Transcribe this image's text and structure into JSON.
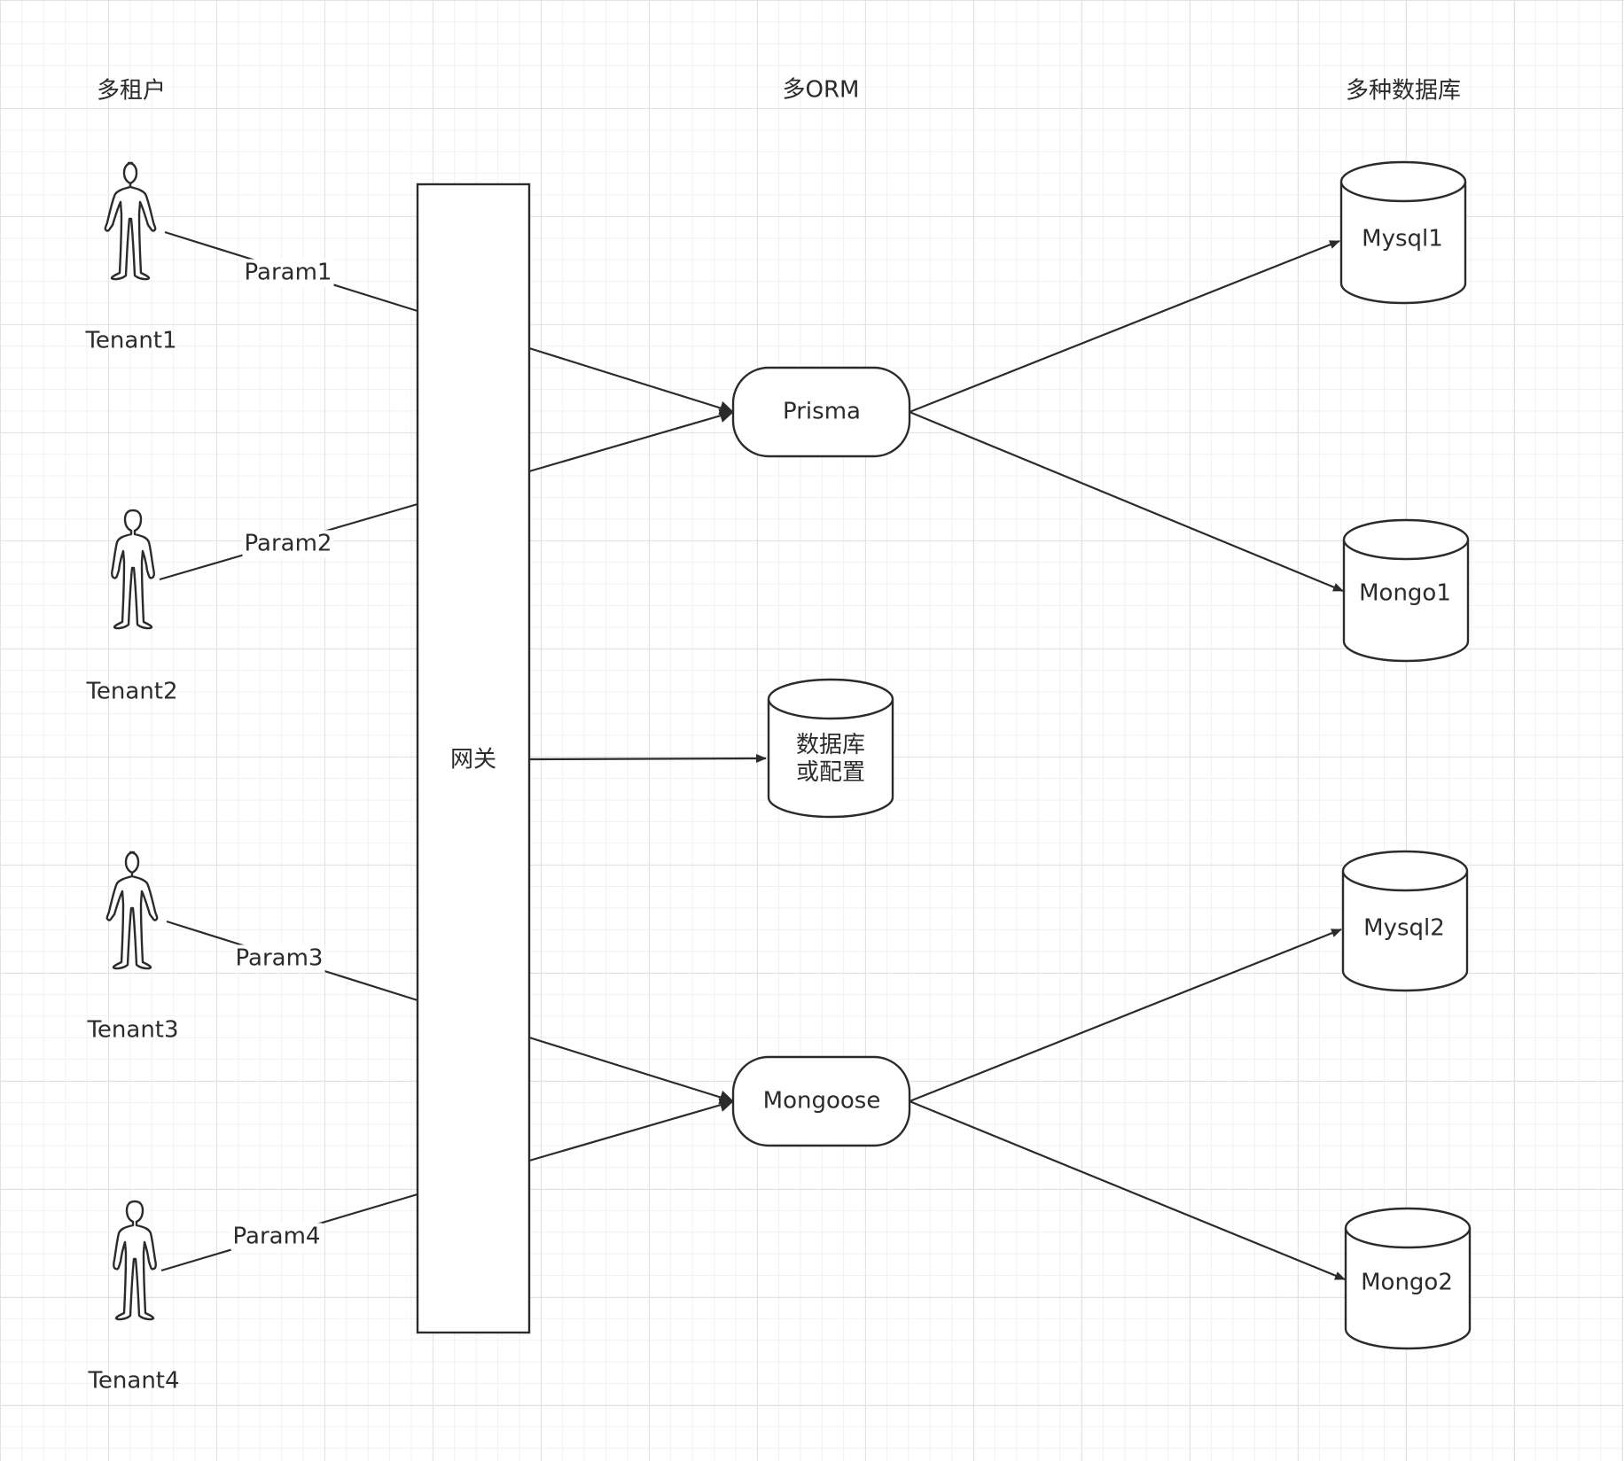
{
  "headers": {
    "tenants": "多租户",
    "orm": "多ORM",
    "databases": "多种数据库"
  },
  "tenants": [
    {
      "label": "Tenant1",
      "param": "Param1"
    },
    {
      "label": "Tenant2",
      "param": "Param2"
    },
    {
      "label": "Tenant3",
      "param": "Param3"
    },
    {
      "label": "Tenant4",
      "param": "Param4"
    }
  ],
  "gateway": {
    "label": "网关"
  },
  "orms": [
    {
      "label": "Prisma"
    },
    {
      "label": "Mongoose"
    }
  ],
  "config_db": {
    "line1": "数据库",
    "line2": "或配置"
  },
  "databases": [
    {
      "label": "Mysql1"
    },
    {
      "label": "Mongo1"
    },
    {
      "label": "Mysql2"
    },
    {
      "label": "Mongo2"
    }
  ],
  "colors": {
    "stroke": "#2b2b2b",
    "text": "#2b2b2b",
    "background": "#ffffff",
    "grid": "#e2e2e2"
  }
}
